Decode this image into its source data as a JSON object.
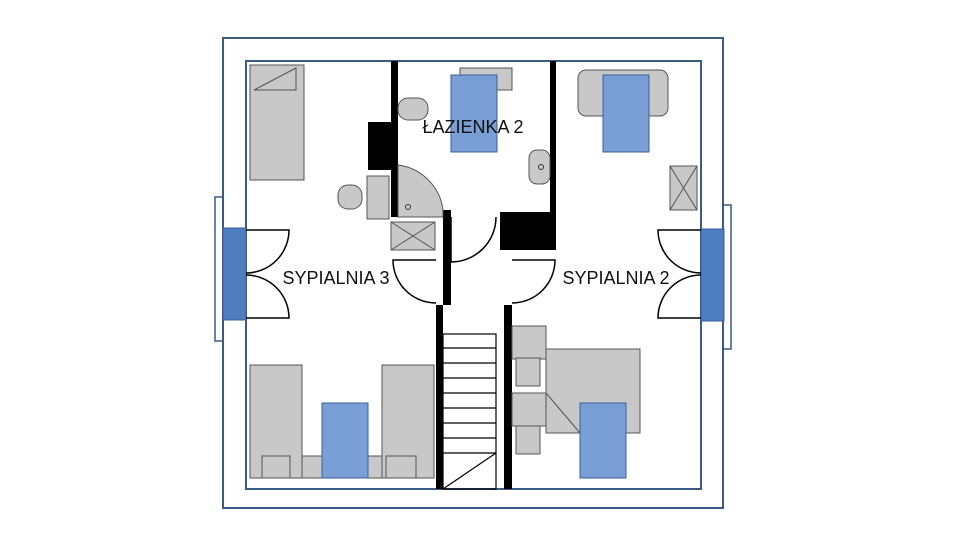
{
  "rooms": {
    "bathroom": {
      "label": "ŁAZIENKA 2"
    },
    "bedroom_left": {
      "label": "SYPIALNIA 3"
    },
    "bedroom_right": {
      "label": "SYPIALNIA 2"
    }
  },
  "colors": {
    "outline": "#3b5b85",
    "wall": "#000000",
    "furniture_gray": "#c8c8c8",
    "furniture_stroke": "#555555",
    "bedding_blue": "#7a9ed6",
    "bedding_stroke": "#3a5f9a",
    "window_blue": "#4f7ec0"
  }
}
